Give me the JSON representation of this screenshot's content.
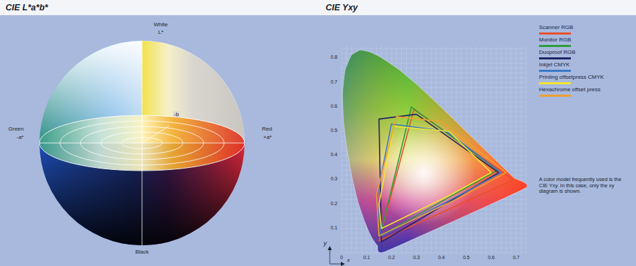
{
  "diagram": {
    "labels": [
      "CIE L*a*b*",
      "CIE Yxy",
      "White",
      "L*",
      "-b",
      "Green",
      "-a*",
      "Red",
      "+a*",
      "Black",
      "0.8",
      "0.7",
      "0.6",
      "0.5",
      "0.4",
      "0.3",
      "0.2",
      "0.1",
      "0",
      "0.1",
      "0.2",
      "0.3",
      "0.4",
      "0.5",
      "0.6",
      "0.7",
      "y",
      "x",
      "A color model frequently used is the CIE Yxy. In this case, only the xy diagram is shown."
    ],
    "legend": [
      {
        "text": "Scanner RGB",
        "color": "#e8502a"
      },
      {
        "text": "Monitor RGB",
        "color": "#2e9a3e"
      },
      {
        "text": "Duoproof RGB",
        "color": "#1c2466"
      },
      {
        "text": "Inkjet CMYK",
        "color": "#3a78c8"
      },
      {
        "text": "Printing offsetpress CMYK",
        "color": "#f2e530"
      },
      {
        "text": "Hexachrome offset press",
        "color": "#f0a030"
      }
    ]
  }
}
